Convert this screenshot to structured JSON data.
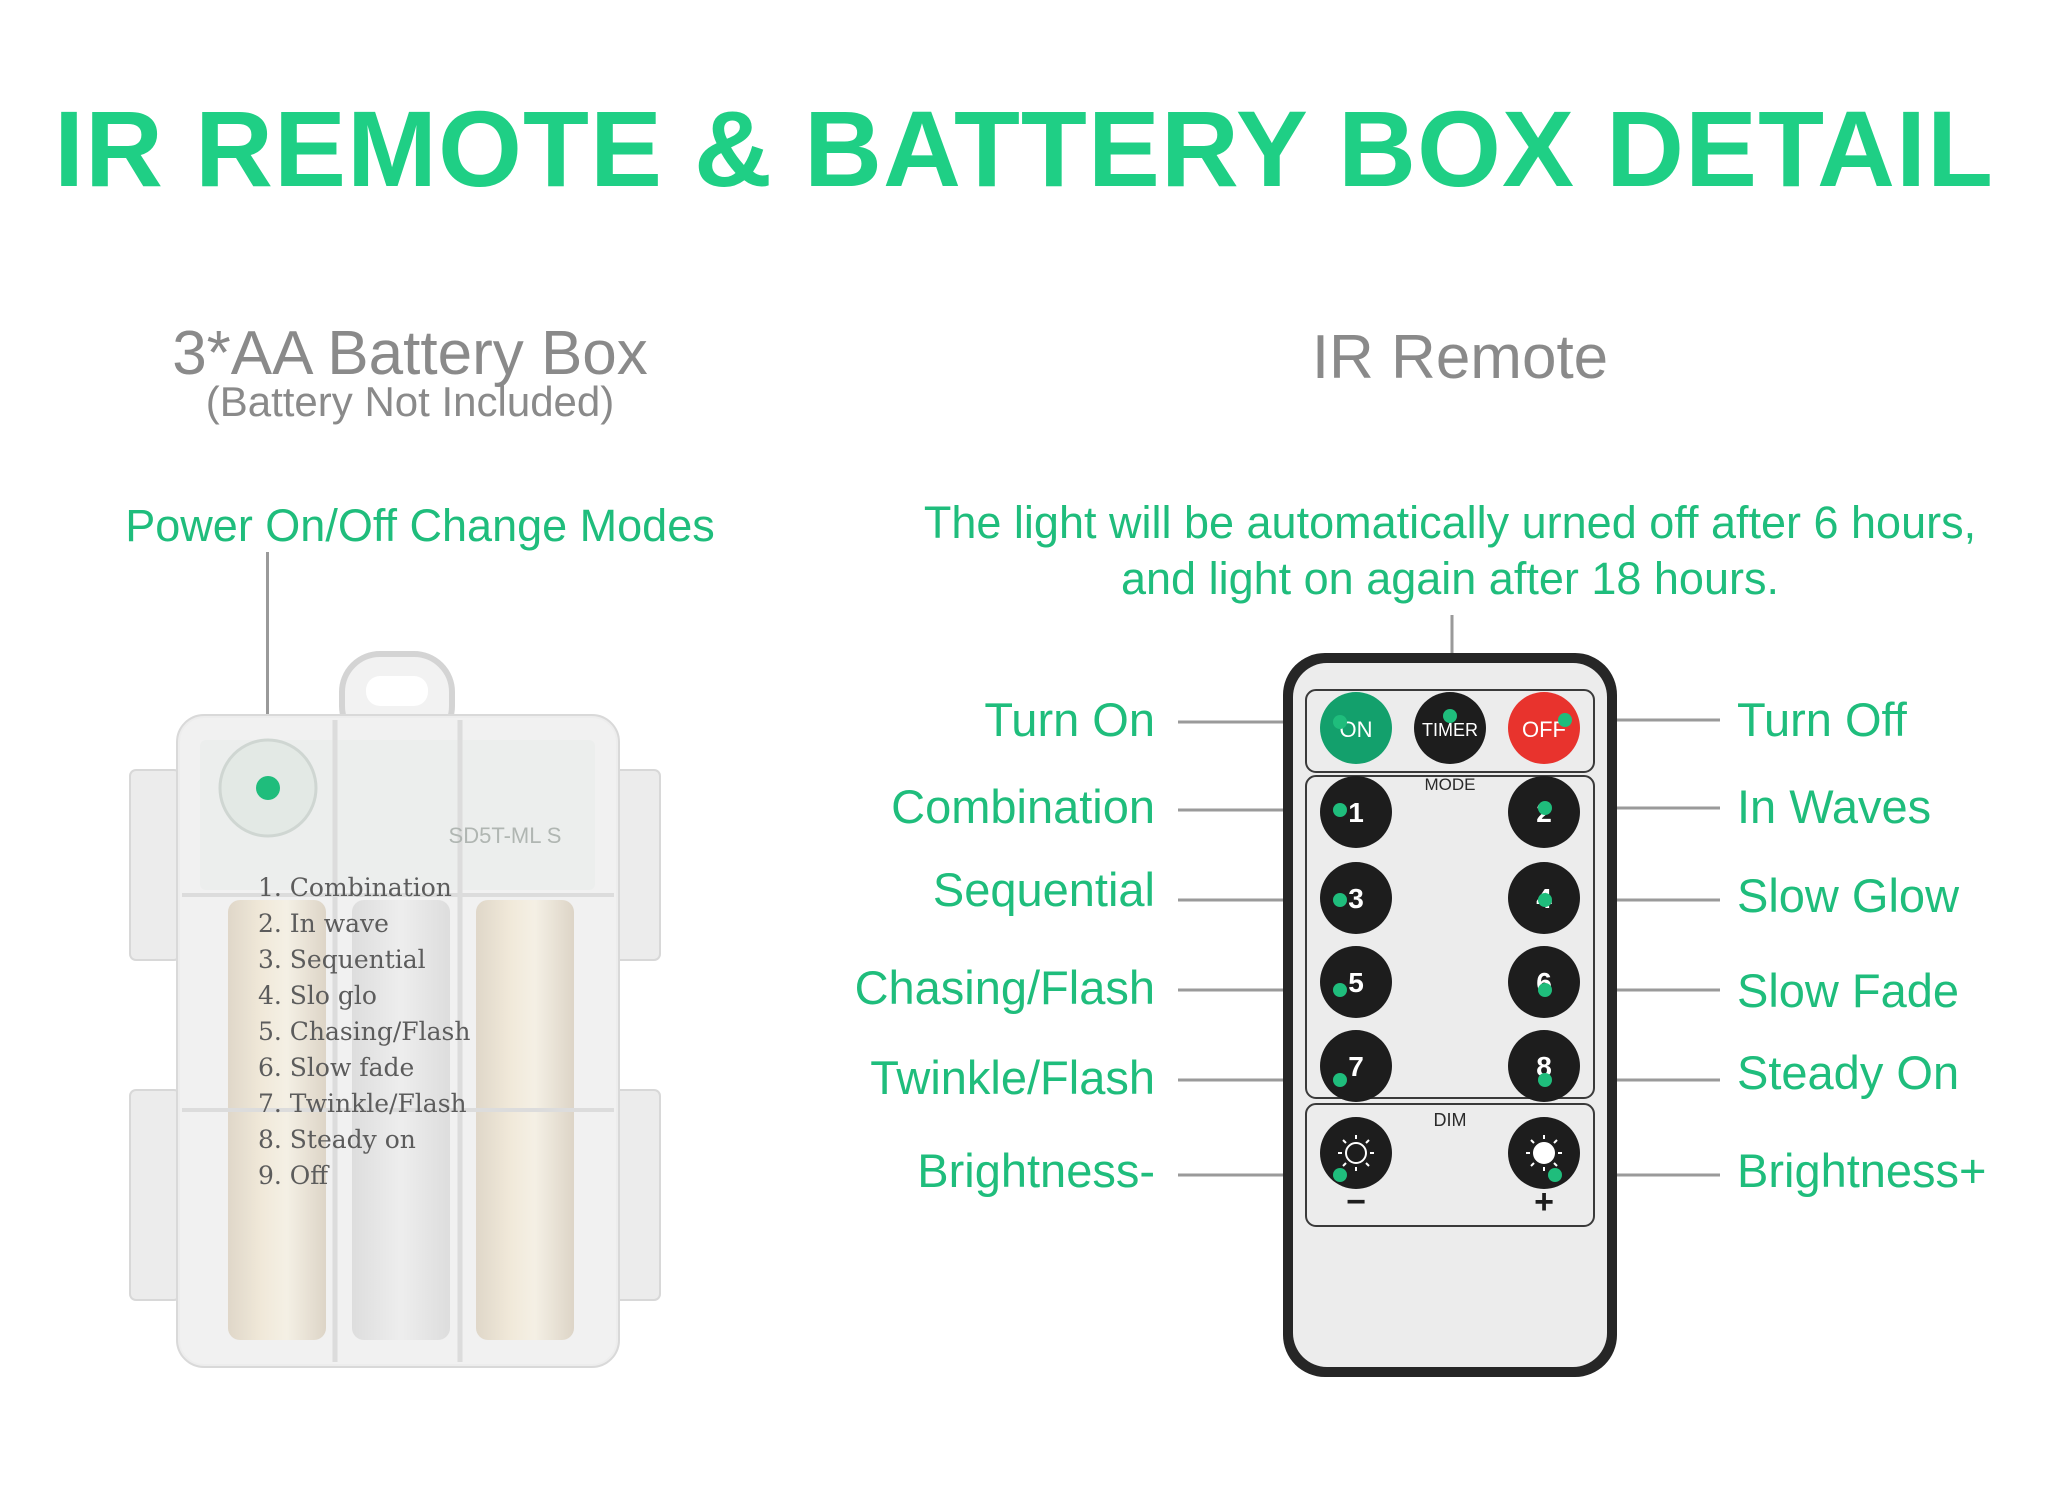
{
  "title": "IR REMOTE & BATTERY BOX DETAIL",
  "battery_box": {
    "title": "3*AA Battery Box",
    "subtitle": "(Battery Not Included)",
    "callout": "Power On/Off Change Modes",
    "pcb_text": "SD5T-ML S",
    "modes": [
      "1. Combination",
      "2. In wave",
      "3. Sequential",
      "4. Slo glo",
      "5. Chasing/Flash",
      "6. Slow fade",
      "7. Twinkle/Flash",
      "8. Steady on",
      "9. Off"
    ]
  },
  "remote": {
    "title": "IR Remote",
    "note_line1": "The light will be automatically urned off after 6 hours,",
    "note_line2": "and light on again after 18 hours.",
    "buttons": {
      "on": "ON",
      "timer": "TIMER",
      "off": "OFF",
      "mode_label": "MODE",
      "b1": "1",
      "b2": "2",
      "b3": "3",
      "b4": "4",
      "b5": "5",
      "b6": "6",
      "b7": "7",
      "b8": "8",
      "dim_label": "DIM",
      "minus": "−",
      "plus": "+"
    },
    "labels_left": [
      "Turn On",
      "Combination",
      "Sequential",
      "Chasing/Flash",
      "Twinkle/Flash",
      "Brightness-"
    ],
    "labels_right": [
      "Turn Off",
      "In Waves",
      "Slow Glow",
      "Slow Fade",
      "Steady On",
      "Brightness+"
    ]
  },
  "colors": {
    "title_green": "#1fcf85",
    "label_green": "#1fbd7c",
    "grey_heading": "#8a8a8a",
    "on_button": "#13a06c",
    "off_button": "#e8332d",
    "remote_button": "#1d1d1d"
  }
}
